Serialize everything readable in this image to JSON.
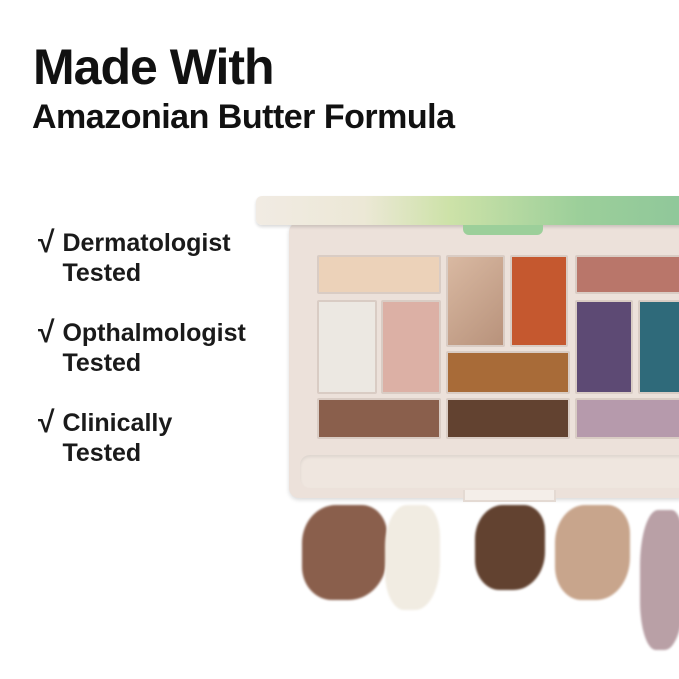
{
  "headline": {
    "title": "Made With",
    "subtitle": "Amazonian Butter Formula"
  },
  "claims": [
    {
      "icon": "check-icon",
      "mark": "√",
      "line1": "Dermatologist",
      "line2": "Tested"
    },
    {
      "icon": "check-icon",
      "mark": "√",
      "line1": "Opthalmologist",
      "line2": "Tested"
    },
    {
      "icon": "check-icon",
      "mark": "√",
      "line1": "Clinically",
      "line2": "Tested"
    }
  ],
  "palette": {
    "shades": [
      "#ecd2b9",
      "#c9a58e",
      "#c5582f",
      "#b9766a",
      "#ece8e2",
      "#dcb0a5",
      "#a86b38",
      "#5d4a74",
      "#2f6a7a",
      "#8a5f4c",
      "#624230",
      "#b69aac"
    ],
    "lid_accent": "#9ccf9a"
  }
}
